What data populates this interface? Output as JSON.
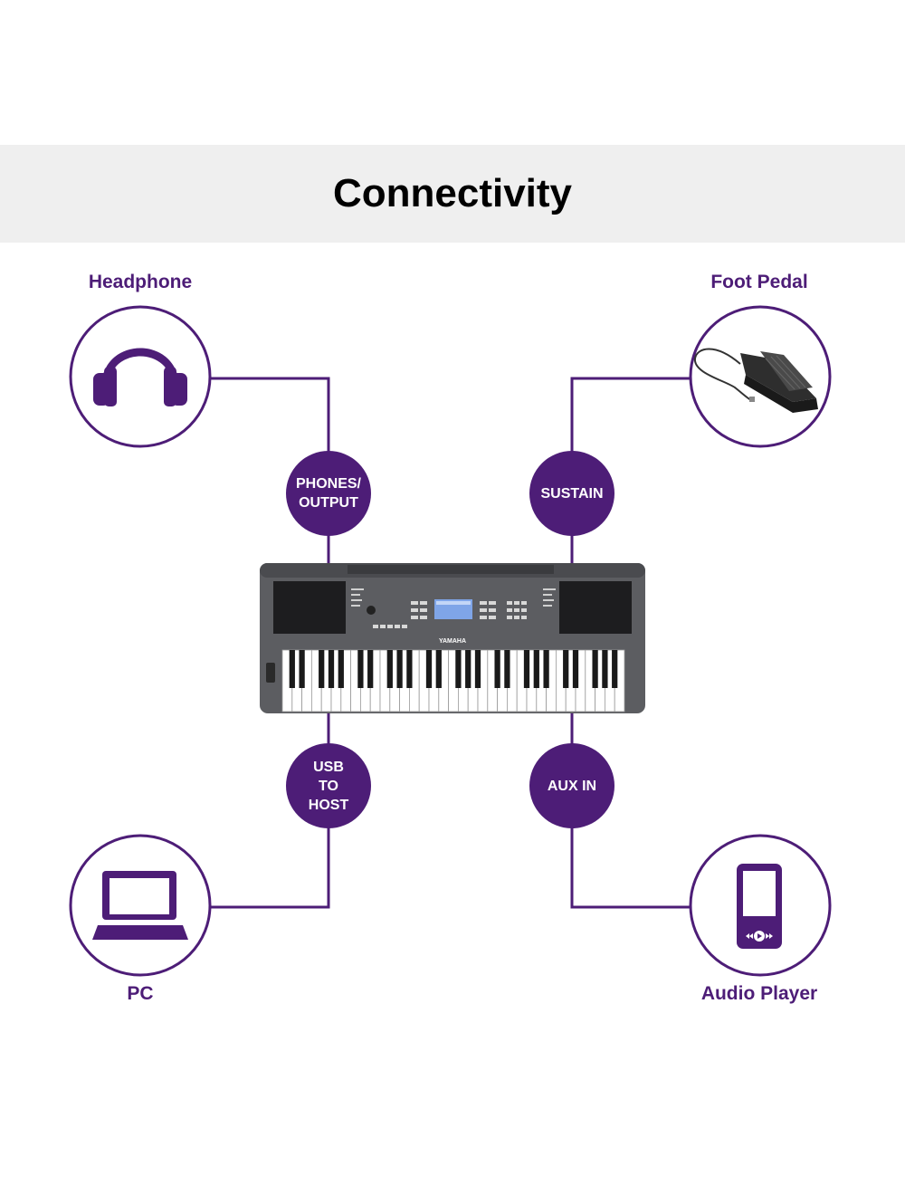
{
  "title": "Connectivity",
  "colors": {
    "accent": "#4d1d77",
    "banner": "#efefef"
  },
  "devices": [
    {
      "label": "Headphone",
      "icon": "headphone-icon"
    },
    {
      "label": "Foot Pedal",
      "icon": "foot-pedal-icon"
    },
    {
      "label": "PC",
      "icon": "laptop-icon"
    },
    {
      "label": "Audio Player",
      "icon": "audio-player-icon"
    }
  ],
  "ports": [
    {
      "lines": [
        "PHONES/",
        "OUTPUT"
      ]
    },
    {
      "lines": [
        "SUSTAIN"
      ]
    },
    {
      "lines": [
        "USB",
        "TO",
        "HOST"
      ]
    },
    {
      "lines": [
        "AUX IN"
      ]
    }
  ],
  "keyboard": {
    "brand": "YAMAHA"
  }
}
